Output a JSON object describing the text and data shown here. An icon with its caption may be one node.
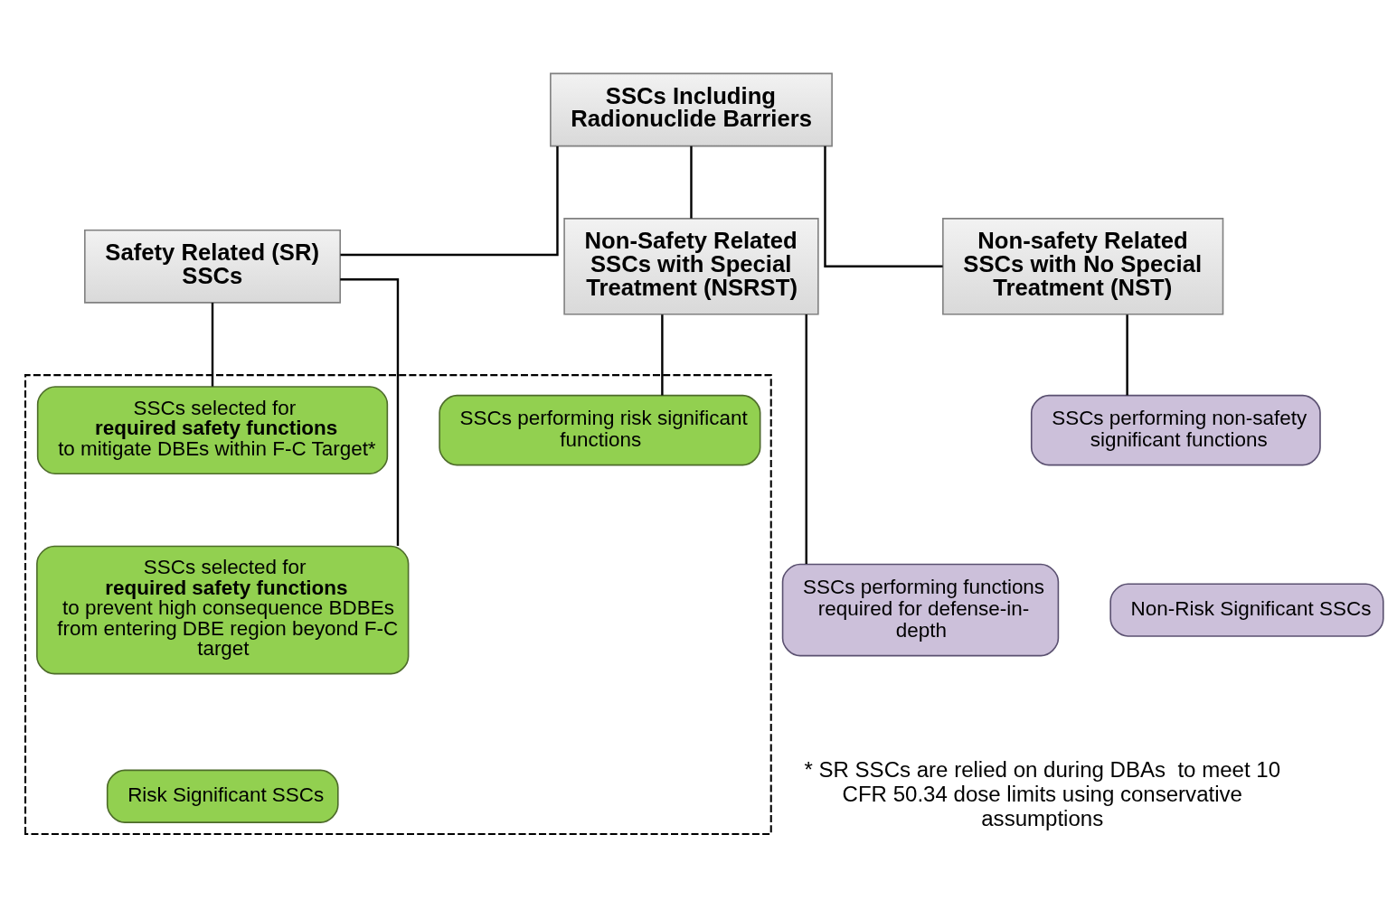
{
  "diagram": {
    "nodes": [
      {
        "text": [
          "SSCs Including Radionuclide Barriers"
        ]
      },
      {
        "text": [
          "Safety Related (SR) SSCs"
        ]
      },
      {
        "text": [
          "Non-Safety Related SSCs with Special Treatment (NSRST)"
        ]
      },
      {
        "text": [
          "Non-safety Related SSCs with No Special Treatment (NST)"
        ]
      },
      {
        "text": [],
        "shape": "box"
      },
      {
        "text": [
          "SSCs selected for **required safety functions** to mitigate DBEs within F-C Target*"
        ],
        "in": 4
      },
      {
        "text": [
          "SSCs selected for **required safety functions** to prevent high consequence BDBEs from entering DBE region beyond F-C target"
        ],
        "in": 4
      },
      {
        "text": [
          "SSCs performing risk significant functions"
        ],
        "in": 4
      },
      {
        "text": [
          "Risk Significant SSCs"
        ],
        "in": 4
      },
      {
        "text": [
          "SSCs performing functions required for defense-in-depth"
        ]
      },
      {
        "text": [
          "SSCs performing non-safety significant functions"
        ]
      },
      {
        "text": [
          "Non-Risk Significant SSCs"
        ]
      }
    ],
    "edges": [
      {
        "from": 0,
        "to": 1,
        "arrow": "none"
      },
      {
        "from": 0,
        "to": 2,
        "arrow": "none"
      },
      {
        "from": 0,
        "to": 3,
        "arrow": "none"
      },
      {
        "from": 1,
        "to": 5,
        "arrow": "none"
      },
      {
        "from": 1,
        "to": 6,
        "arrow": "none"
      },
      {
        "from": 2,
        "to": 7,
        "arrow": "none"
      },
      {
        "from": 2,
        "to": 9,
        "arrow": "none"
      },
      {
        "from": 3,
        "to": 10,
        "arrow": "none"
      }
    ],
    "labels": [
      "* SR SSCs are relied on during DBAs  to meet 10 CFR 50.34 dose limits using conservative assumptions"
    ]
  }
}
